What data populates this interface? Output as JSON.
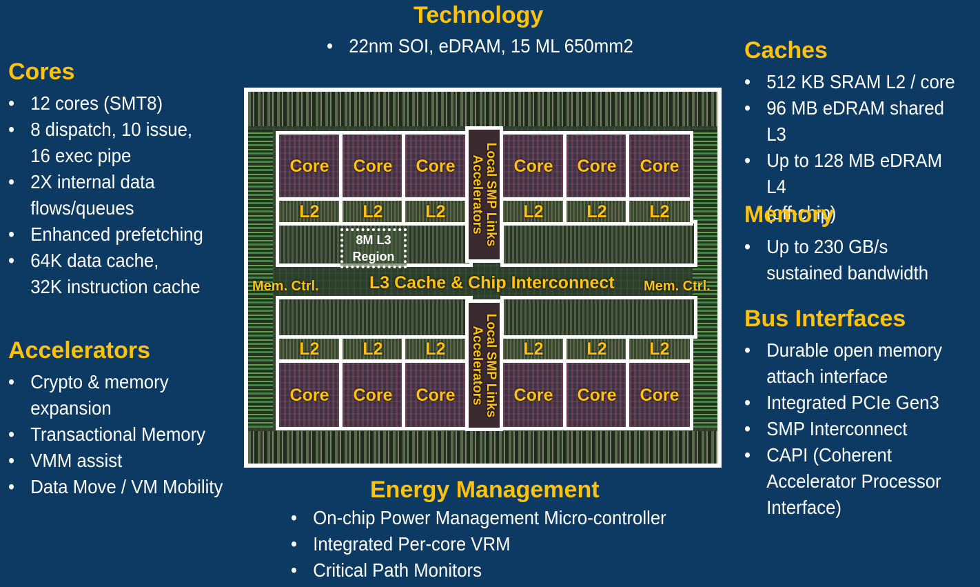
{
  "technology": {
    "title": "Technology",
    "items": [
      "22nm SOI, eDRAM, 15 ML 650mm2"
    ]
  },
  "cores": {
    "title": "Cores",
    "items": [
      [
        "12 cores (SMT8)"
      ],
      [
        "8 dispatch, 10 issue,",
        "16 exec pipe"
      ],
      [
        "2X internal data",
        "flows/queues"
      ],
      [
        "Enhanced prefetching"
      ],
      [
        "64K data cache,",
        "32K instruction cache"
      ]
    ]
  },
  "accelerators": {
    "title": "Accelerators",
    "items": [
      [
        "Crypto & memory",
        "expansion"
      ],
      [
        "Transactional Memory"
      ],
      [
        "VMM assist"
      ],
      [
        "Data Move / VM Mobility"
      ]
    ]
  },
  "caches": {
    "title": "Caches",
    "items": [
      [
        "512 KB SRAM L2 / core"
      ],
      [
        "96 MB eDRAM shared L3"
      ],
      [
        "Up to 128 MB eDRAM L4",
        "(off-chip)"
      ]
    ]
  },
  "memory": {
    "title": "Memory",
    "items": [
      [
        "Up to 230 GB/s",
        "sustained bandwidth"
      ]
    ]
  },
  "bus": {
    "title": "Bus Interfaces",
    "items": [
      [
        "Durable open memory",
        "attach interface"
      ],
      [
        "Integrated PCIe Gen3"
      ],
      [
        "SMP Interconnect"
      ],
      [
        "CAPI (Coherent",
        "Accelerator Processor",
        "Interface)"
      ]
    ]
  },
  "energy": {
    "title": "Energy Management",
    "items": [
      "On-chip Power Management Micro-controller",
      "Integrated Per-core VRM",
      "Critical Path Monitors"
    ]
  },
  "die": {
    "core_label": "Core",
    "l2_label": "L2",
    "l3_label": "L3 Cache & Chip Interconnect",
    "mem_ctrl_label": "Mem. Ctrl.",
    "smp_line1": "Local SMP Links",
    "smp_line2": "Accelerators",
    "region_line1": "8M L3",
    "region_line2": "Region",
    "colors": {
      "label": "#ffc20e",
      "outline": "#ffffff"
    }
  }
}
